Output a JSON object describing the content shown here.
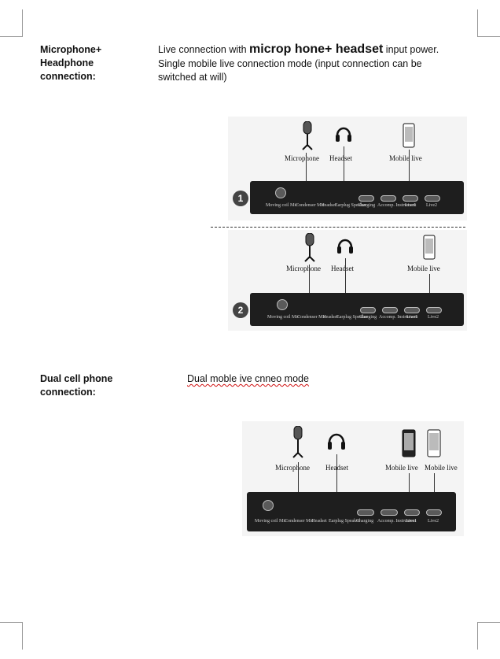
{
  "section1": {
    "label_lines": [
      "Microphone+",
      "Headphone",
      "connection:"
    ],
    "desc_prefix": "Live connection with ",
    "desc_bold": "microp hone+ headset",
    "desc_suffix": " input power.",
    "desc_line2": "Single mobile live connection mode (input connection can be",
    "desc_line3": "switched at will)"
  },
  "section2": {
    "label_lines": [
      "Dual cell phone",
      "connection:"
    ],
    "desc": "Dual moble ive cnneo mode"
  },
  "diagram1": {
    "badge": "1",
    "microphone": "Microphone",
    "headset": "Headset",
    "mobile": "Mobile live",
    "ports": [
      "Moving coil Mic",
      "Condenser Mic",
      "Headset",
      "Earplug Speaker",
      "Charging",
      "Accomp. Instrument",
      "Live1",
      "Live2"
    ]
  },
  "diagram2": {
    "badge": "2",
    "microphone": "Microphone",
    "headset": "Headset",
    "mobile": "Mobile live",
    "ports": [
      "Moving coil Mic",
      "Condenser Mic",
      "Headset",
      "Earplug Speaker",
      "Charging",
      "Accomp. Instrument",
      "Live1",
      "Live2"
    ]
  },
  "diagram3": {
    "microphone": "Microphone",
    "headset": "Headset",
    "mobile1": "Mobile live",
    "mobile2": "Mobile live",
    "ports": [
      "Moving coil Mic",
      "Condenser Mic",
      "Headset",
      "Earplug Speaker",
      "Charging",
      "Accomp. Instrument",
      "Live1",
      "Live2"
    ]
  }
}
